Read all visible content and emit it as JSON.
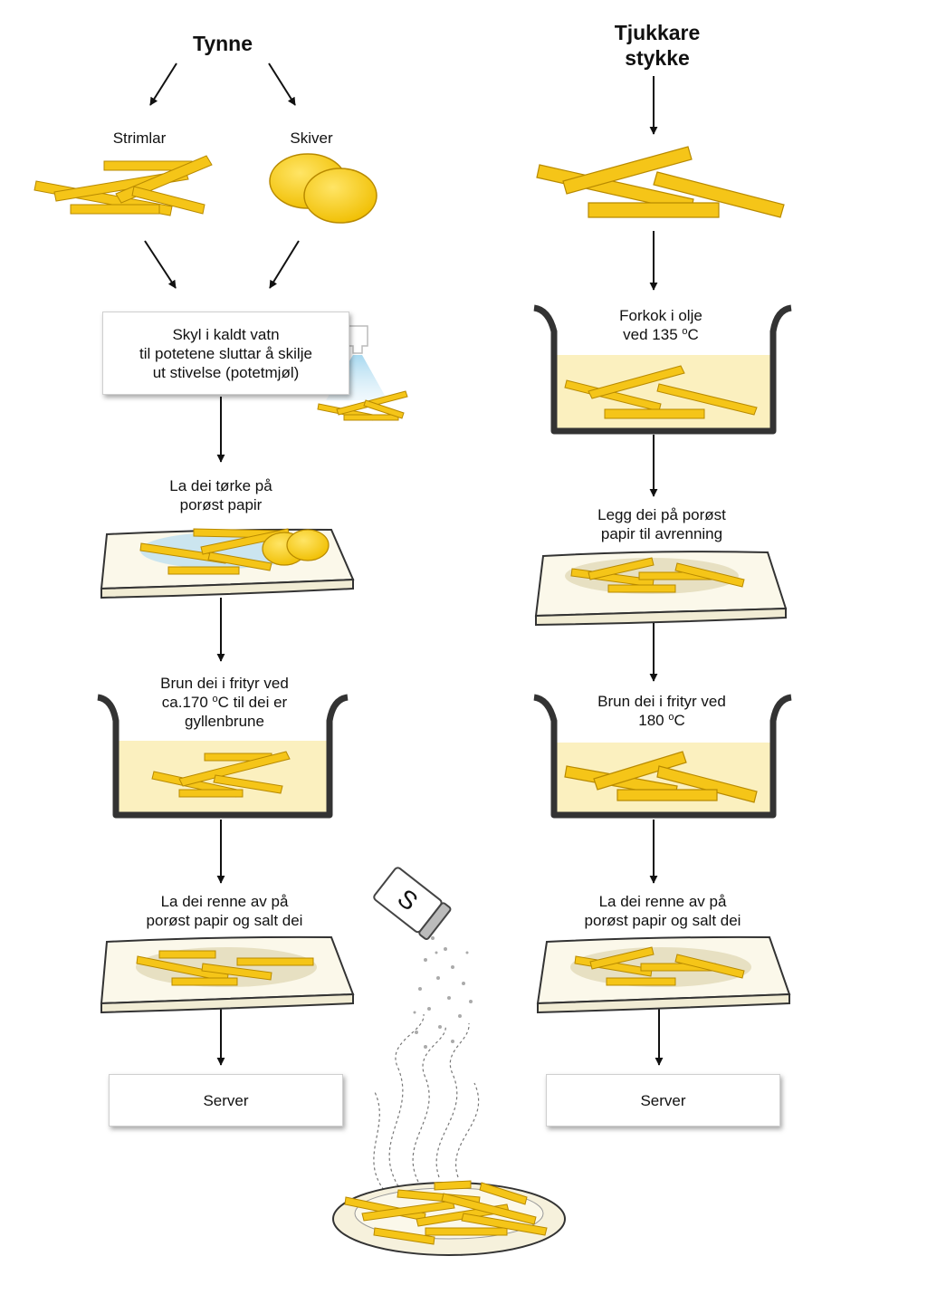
{
  "left": {
    "title": "Tynne",
    "strips_label": "Strimlar",
    "slices_label": "Skiver",
    "rinse_box": [
      "Skyl i kaldt vatn",
      "til potetene sluttar å skilje",
      "ut stivelse (potetmjøl)"
    ],
    "dry_text": [
      "La dei tørke på",
      "porøst papir"
    ],
    "fry_text": [
      "Brun dei i frityr ved",
      "ca.170 ",
      "o",
      "C til dei er",
      "gyllenbrune"
    ],
    "drain_text": [
      "La dei renne av på",
      "porøst papir og salt dei"
    ],
    "serve_box": "Server"
  },
  "right": {
    "title": [
      "Tjukkare",
      "stykke"
    ],
    "prefry_text": [
      "Forkok i olje",
      "ved 135 ",
      "o",
      "C"
    ],
    "drain1_text": [
      "Legg dei på porøst",
      "papir til avrenning"
    ],
    "fry_text": [
      "Brun dei i frityr ved",
      "180 ",
      "o",
      "C"
    ],
    "drain2_text": [
      "La dei renne av på",
      "porøst papir og salt dei"
    ],
    "serve_box": "Server"
  },
  "salt_shaker_letter": "S",
  "colors": {
    "fries": "#F5C518",
    "fries_dark": "#C99A06",
    "oil": "#FBF0BF",
    "pot": "#333333",
    "paper": "#FBF8EA",
    "water": "#BFE0F0"
  }
}
